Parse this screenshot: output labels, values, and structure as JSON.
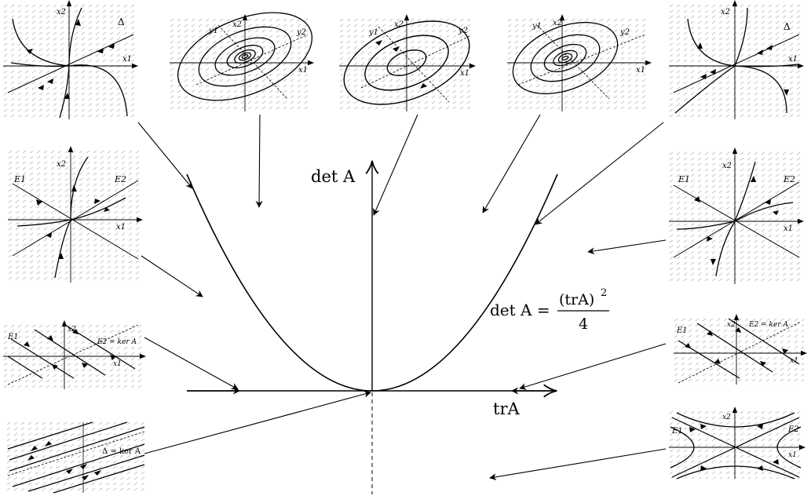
{
  "axes": {
    "y_label": "det A",
    "x_label": "trA"
  },
  "parabola": {
    "lhs": "det A =",
    "numerator": "(trA)",
    "exponent": "2",
    "denominator": "4"
  },
  "thumbnail_labels": {
    "x1": "x1",
    "x2": "x2",
    "y1": "y1",
    "y2": "y2",
    "E1": "E1",
    "E2": "E2",
    "delta": "Δ",
    "E2_ker": "E2 = ker A",
    "delta_ker": "Δ = ker A"
  },
  "thumbnails": [
    {
      "id": "degenerate-node-top-left",
      "kind": "degenerate",
      "labels": [
        "x2",
        "x1",
        "Δ"
      ]
    },
    {
      "id": "spiral-in",
      "kind": "spiral",
      "labels": [
        "x2",
        "x1",
        "y1",
        "y2"
      ]
    },
    {
      "id": "center",
      "kind": "center",
      "labels": [
        "x2",
        "x1",
        "y1",
        "y2"
      ]
    },
    {
      "id": "spiral-out",
      "kind": "spiral",
      "labels": [
        "x2",
        "x1",
        "y1",
        "y2"
      ]
    },
    {
      "id": "degenerate-node-top-right",
      "kind": "degenerate",
      "labels": [
        "x2",
        "x1",
        "Δ"
      ]
    },
    {
      "id": "stable-node-left",
      "kind": "node",
      "labels": [
        "x2",
        "x1",
        "E1",
        "E2"
      ]
    },
    {
      "id": "unstable-node-right",
      "kind": "node",
      "labels": [
        "x2",
        "x1",
        "E1",
        "E2"
      ]
    },
    {
      "id": "line-equilibria-left",
      "kind": "parallel",
      "labels": [
        "x2",
        "x1",
        "E1",
        "E2 = ker A"
      ]
    },
    {
      "id": "line-equilibria-right",
      "kind": "parallel",
      "labels": [
        "x2",
        "x1",
        "E1",
        "E2 = ker A"
      ]
    },
    {
      "id": "shear-flow",
      "kind": "shear",
      "labels": [
        "Δ = ker A"
      ]
    },
    {
      "id": "saddle",
      "kind": "saddle",
      "labels": [
        "x2",
        "x1",
        "E1",
        "E2"
      ]
    }
  ]
}
